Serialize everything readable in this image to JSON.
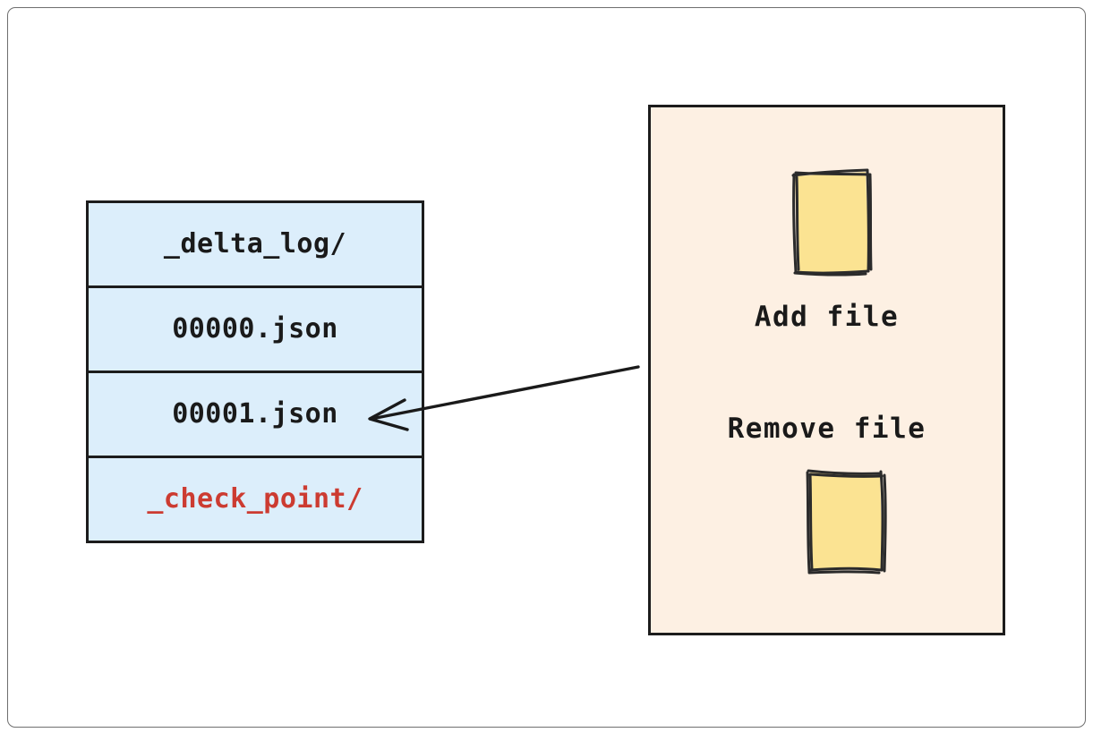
{
  "diagram": {
    "title": "Delta log directory with add/remove file actions",
    "background_color": "#ffffff",
    "frame_border_color": "#6f6f6f"
  },
  "file_table": {
    "name": "delta-log-file-listing",
    "fill_color": "#dceefb",
    "border_color": "#1c1c1c",
    "rows": [
      {
        "label": "_delta_log/",
        "color": "#1a1a1a",
        "kind": "directory"
      },
      {
        "label": "00000.json",
        "color": "#1a1a1a",
        "kind": "file"
      },
      {
        "label": "00001.json",
        "color": "#1a1a1a",
        "kind": "file"
      },
      {
        "label": "_check_point/",
        "color": "#cc3b31",
        "kind": "directory"
      }
    ]
  },
  "action_panel": {
    "name": "json-contents-panel",
    "fill_color": "#fdf0e3",
    "border_color": "#1c1c1c",
    "box_fill_color": "#fbe392",
    "box_stroke_color": "#2b2b2b",
    "actions": [
      {
        "label": "Add file",
        "icon": "file-sketch-box"
      },
      {
        "label": "Remove file",
        "icon": "file-sketch-box"
      }
    ]
  },
  "connector": {
    "name": "points-to-00001-json",
    "from": "action_panel",
    "to": "00001.json",
    "color": "#1a1a1a"
  }
}
